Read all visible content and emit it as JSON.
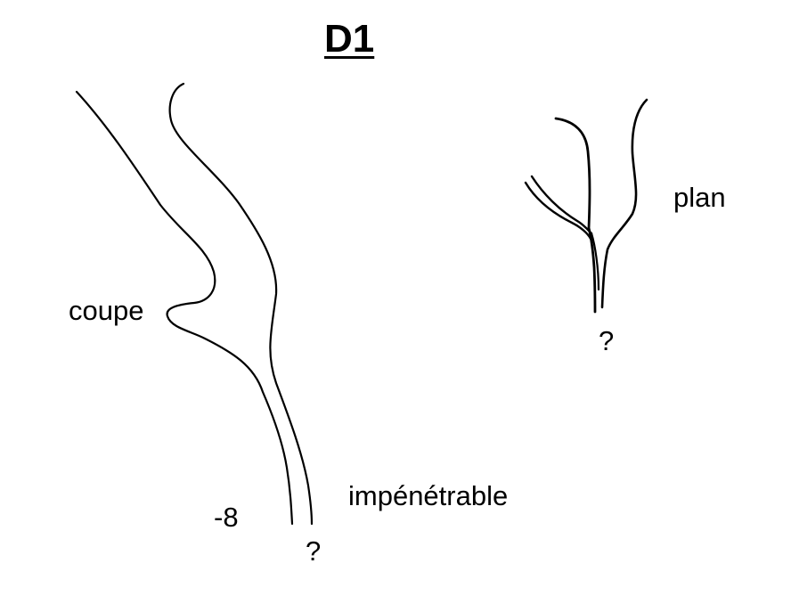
{
  "title": "D1",
  "labels": {
    "section_view": "coupe",
    "plan_view": "plan",
    "impenetrable": "impénétrable",
    "depth": "-8",
    "unknown_section": "?",
    "unknown_plan": "?"
  },
  "colors": {
    "ink": "#000000",
    "background": "#ffffff"
  }
}
